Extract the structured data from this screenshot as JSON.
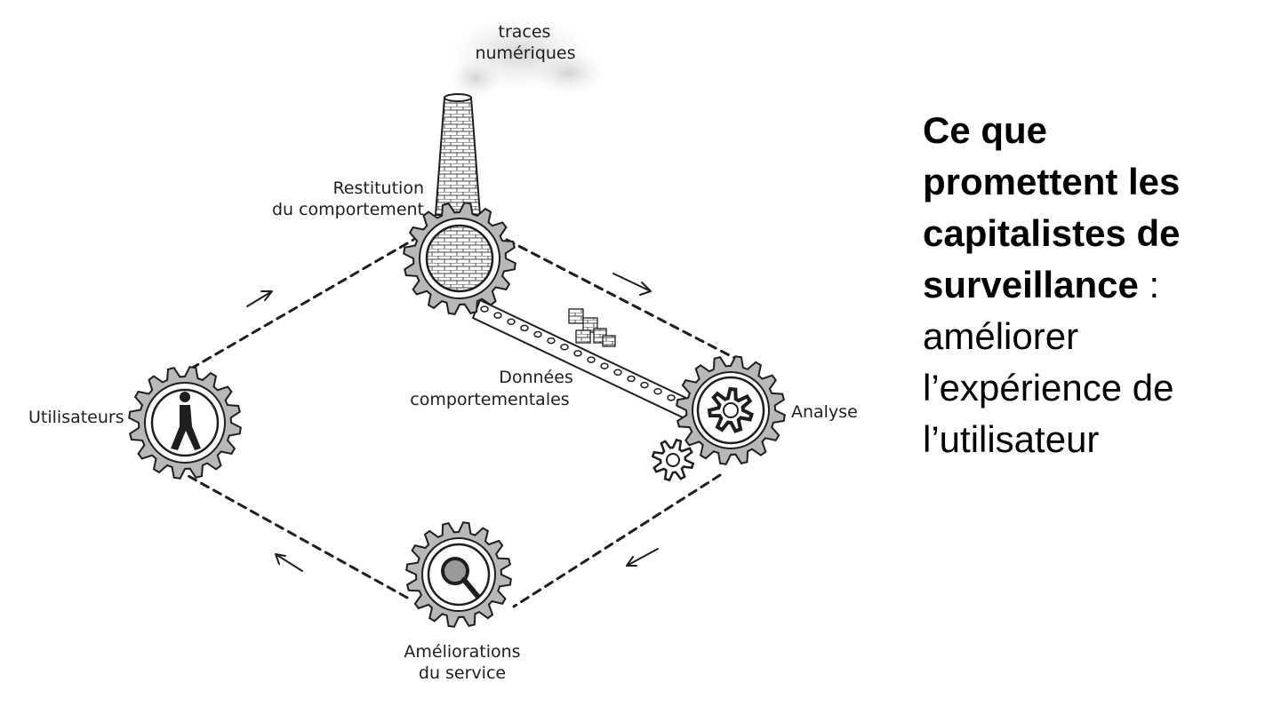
{
  "diagram": {
    "labels": {
      "traces_line1": "traces",
      "traces_line2": "numériques",
      "restitution_line1": "Restitution",
      "restitution_line2": "du comportement",
      "donnees_line1": "Données",
      "donnees_line2": "comportementales",
      "utilisateurs": "Utilisateurs",
      "analyse": "Analyse",
      "ameliorations_line1": "Améliorations",
      "ameliorations_line2": "du service"
    },
    "colors": {
      "ink": "#1e1e1e",
      "gear_fill": "#b8b8b8",
      "smoke": "#c8c8c8"
    }
  },
  "slide_text": {
    "bold_part": "Ce que promettent les capitalistes de surveillance",
    "colon": " :",
    "regular_part": "améliorer l’expérience de l’utilisateur"
  }
}
